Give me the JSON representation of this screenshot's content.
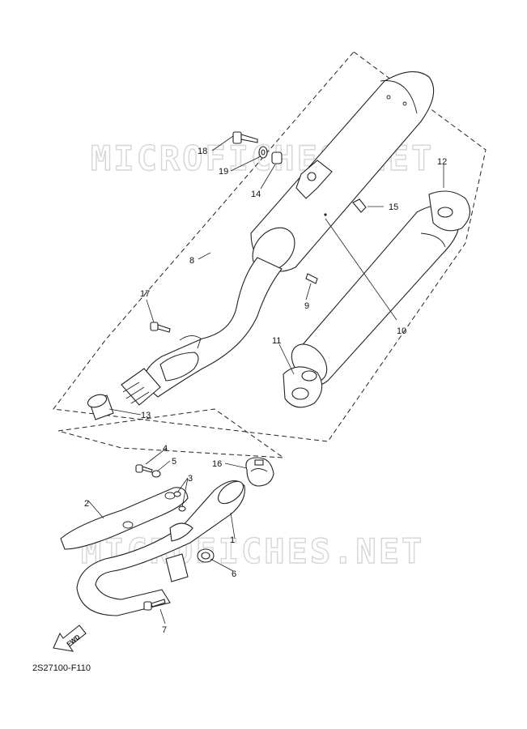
{
  "diagram": {
    "watermark_text": "MICROFICHES.NET",
    "code": "2S27100-F110",
    "fwd_label": "FWD",
    "parts": [
      {
        "id": "p1",
        "label": "1"
      },
      {
        "id": "p2",
        "label": "2"
      },
      {
        "id": "p3",
        "label": "3"
      },
      {
        "id": "p4",
        "label": "4"
      },
      {
        "id": "p5",
        "label": "5"
      },
      {
        "id": "p6",
        "label": "6"
      },
      {
        "id": "p7",
        "label": "7"
      },
      {
        "id": "p8",
        "label": "8"
      },
      {
        "id": "p9",
        "label": "9"
      },
      {
        "id": "p10",
        "label": "10"
      },
      {
        "id": "p11",
        "label": "11"
      },
      {
        "id": "p12",
        "label": "12"
      },
      {
        "id": "p13",
        "label": "13"
      },
      {
        "id": "p14",
        "label": "14"
      },
      {
        "id": "p15",
        "label": "15"
      },
      {
        "id": "p16",
        "label": "16"
      },
      {
        "id": "p17",
        "label": "17"
      },
      {
        "id": "p18",
        "label": "18"
      },
      {
        "id": "p19",
        "label": "19"
      }
    ]
  }
}
